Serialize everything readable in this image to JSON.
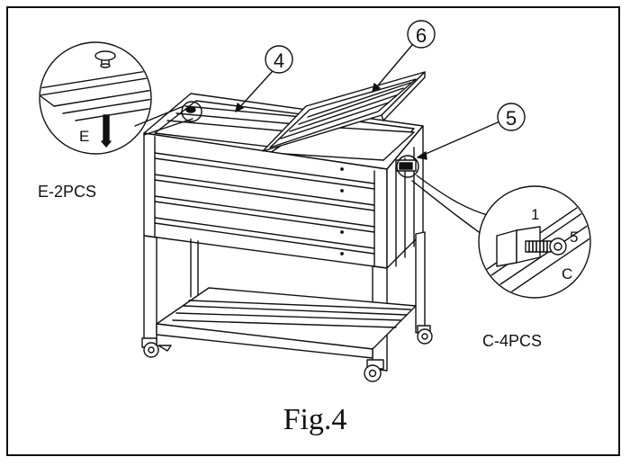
{
  "figure": {
    "caption": "Fig.4",
    "callouts": {
      "lid_panel": "4",
      "flip_lid": "6",
      "bracket": "5"
    },
    "detail_left": {
      "part_label": "E",
      "quantity_label": "E-2PCS"
    },
    "detail_right": {
      "label_1": "1",
      "label_5": "5",
      "label_c": "C",
      "quantity_label": "C-4PCS"
    }
  }
}
